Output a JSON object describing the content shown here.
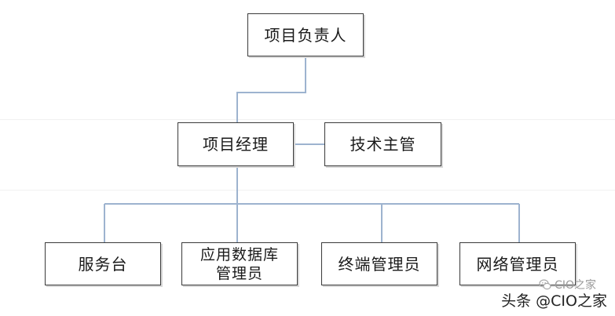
{
  "diagram": {
    "nodes": {
      "project_leader": "项目负责人",
      "project_manager": "项目经理",
      "tech_supervisor": "技术主管",
      "service_desk": "服务台",
      "app_db_admin": "应用数据库\n管理员",
      "terminal_admin": "终端管理员",
      "network_admin": "网络管理员"
    },
    "edges": [
      [
        "project_leader",
        "project_manager"
      ],
      [
        "project_manager",
        "tech_supervisor"
      ],
      [
        "project_manager",
        "service_desk"
      ],
      [
        "project_manager",
        "app_db_admin"
      ],
      [
        "project_manager",
        "terminal_admin"
      ],
      [
        "project_manager",
        "network_admin"
      ]
    ],
    "connector_color": "#9db3cf"
  },
  "watermark": {
    "wechat_text": "CIO之家",
    "toutiao_text": "头条 @CIO之家",
    "icon": "wechat-icon"
  }
}
